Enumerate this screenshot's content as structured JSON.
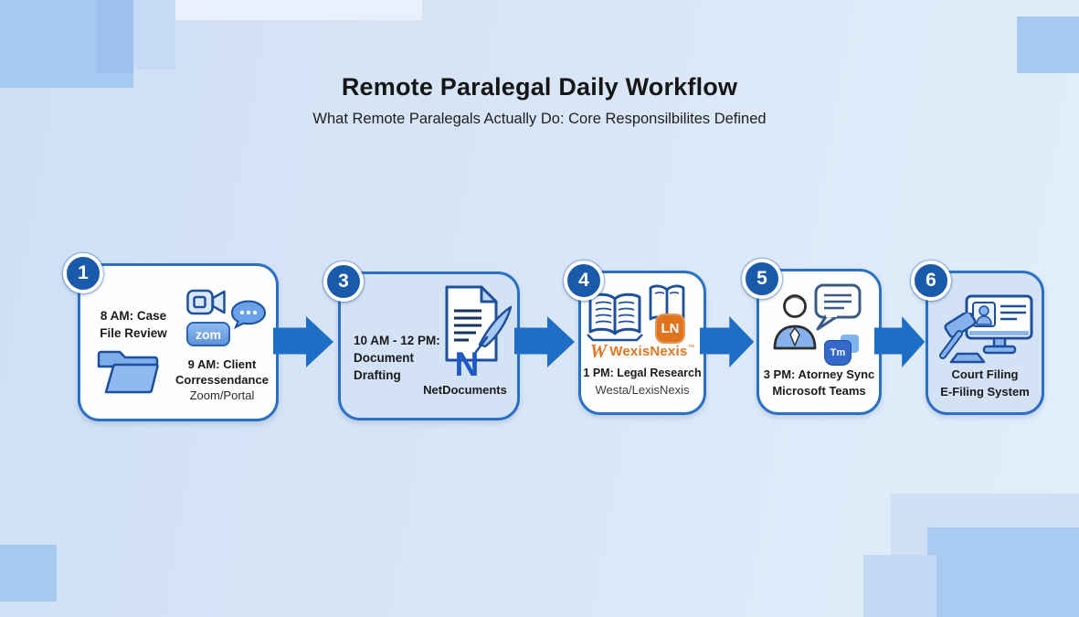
{
  "header": {
    "title": "Remote Paralegal Daily Workflow",
    "subtitle": "What Remote Paralegals Actually Do: Core Responsilbilites Defined"
  },
  "steps": {
    "step1": {
      "number": "1",
      "morning_task": "8 AM: Case\nFile Review",
      "client_task": "9 AM: Client\nCorressendance",
      "client_task_tool": "Zoom/Portal",
      "zoom_badge_label": "zom"
    },
    "step3": {
      "number": "3",
      "task": "10 AM - 12 PM:\nDocument\nDrafting",
      "logo_letter": "N",
      "logo_name": "NetDocuments"
    },
    "step4": {
      "number": "4",
      "brand_initial": "W",
      "brand_name": "WexisNexis",
      "brand_mark": "™",
      "ln_badge": "LN",
      "task": "1 PM: Legal Research",
      "task_tools": "Westa/LexisNexis"
    },
    "step5": {
      "number": "5",
      "teams_badge": "Tm",
      "task": "3 PM: Atorney Sync\nMicrosoft Teams"
    },
    "step6": {
      "number": "6",
      "task": "Court Filing\nE-Filing System"
    }
  },
  "colors": {
    "accent_arrow_blue": "#1e6ec6",
    "box_border_blue": "#2a71c4",
    "number_circle_blue": "#1a5aab",
    "light_box_fill": "#d3e2f5",
    "brand_orange": "#e0731d",
    "netdocuments_blue": "#1d58c4"
  }
}
